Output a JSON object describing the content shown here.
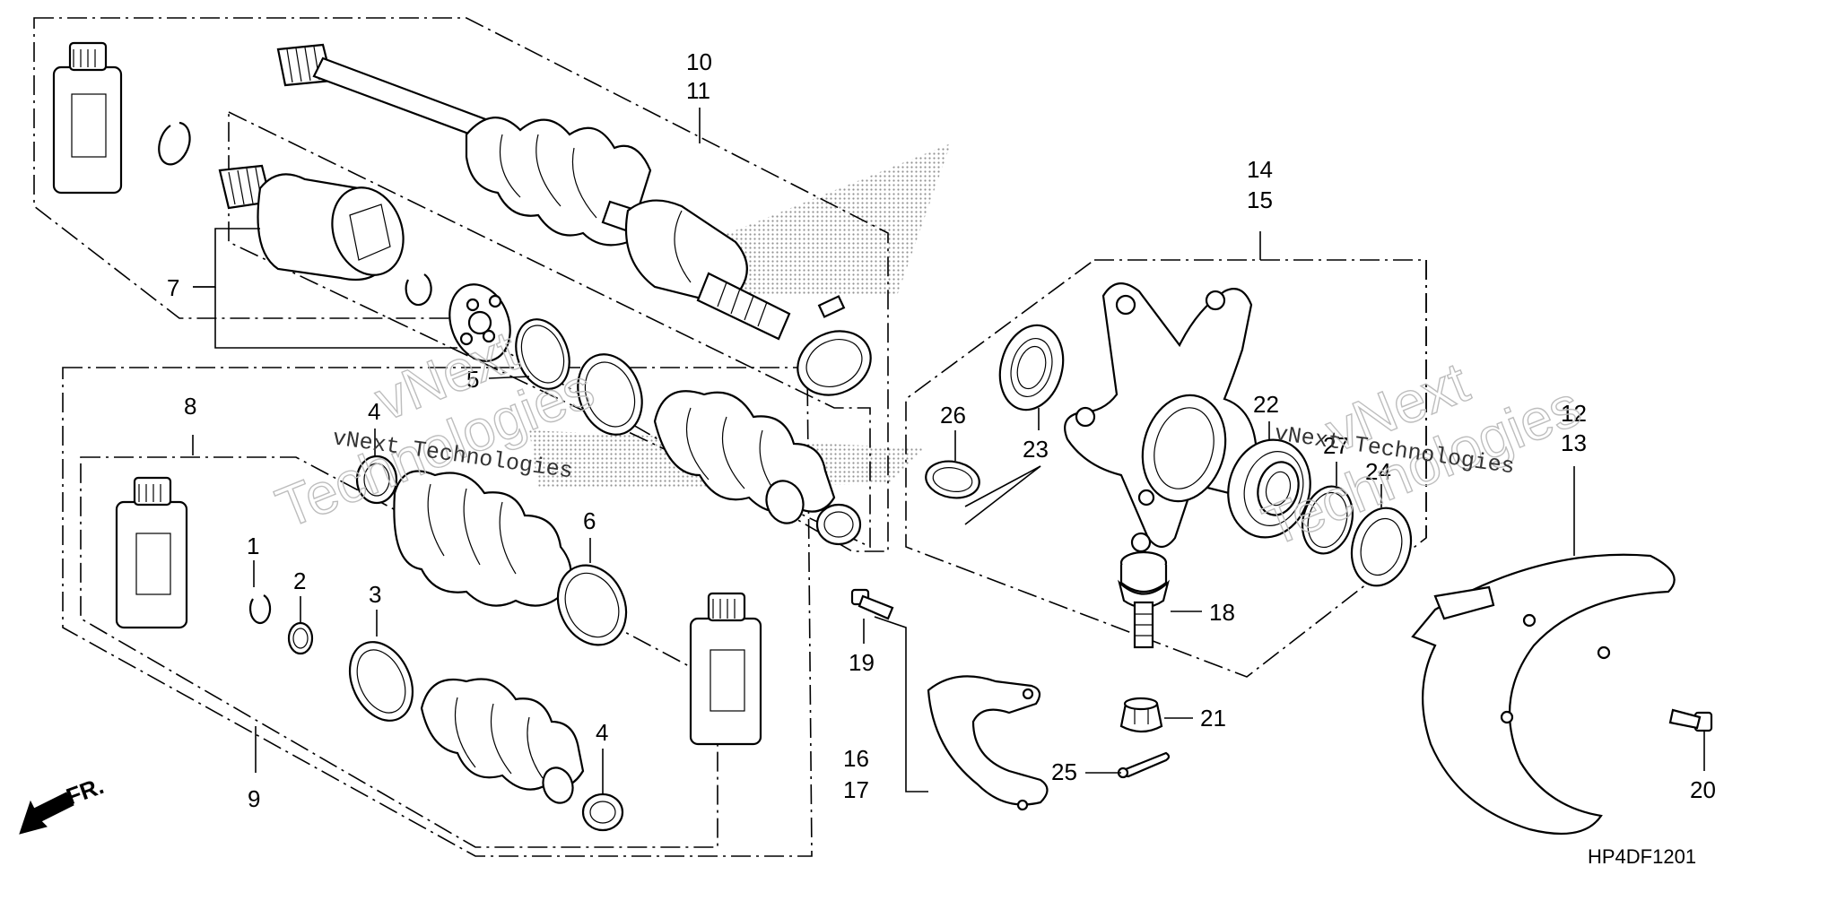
{
  "callouts": [
    "10",
    "11",
    "7",
    "5",
    "8",
    "4",
    "6",
    "1",
    "2",
    "3",
    "9",
    "4",
    "14",
    "15",
    "26",
    "23",
    "22",
    "27",
    "24",
    "12",
    "13",
    "18",
    "19",
    "16",
    "17",
    "21",
    "25",
    "20"
  ],
  "arrow_label": "FR.",
  "diagram_code": "HP4DF1201",
  "watermarks": [
    {
      "big_top": "vNext",
      "big_bottom": "Technologies",
      "small": "vNext Technologies"
    },
    {
      "big_top": "vNext",
      "big_bottom": "Technologies",
      "small": "vNext Technologies"
    }
  ]
}
